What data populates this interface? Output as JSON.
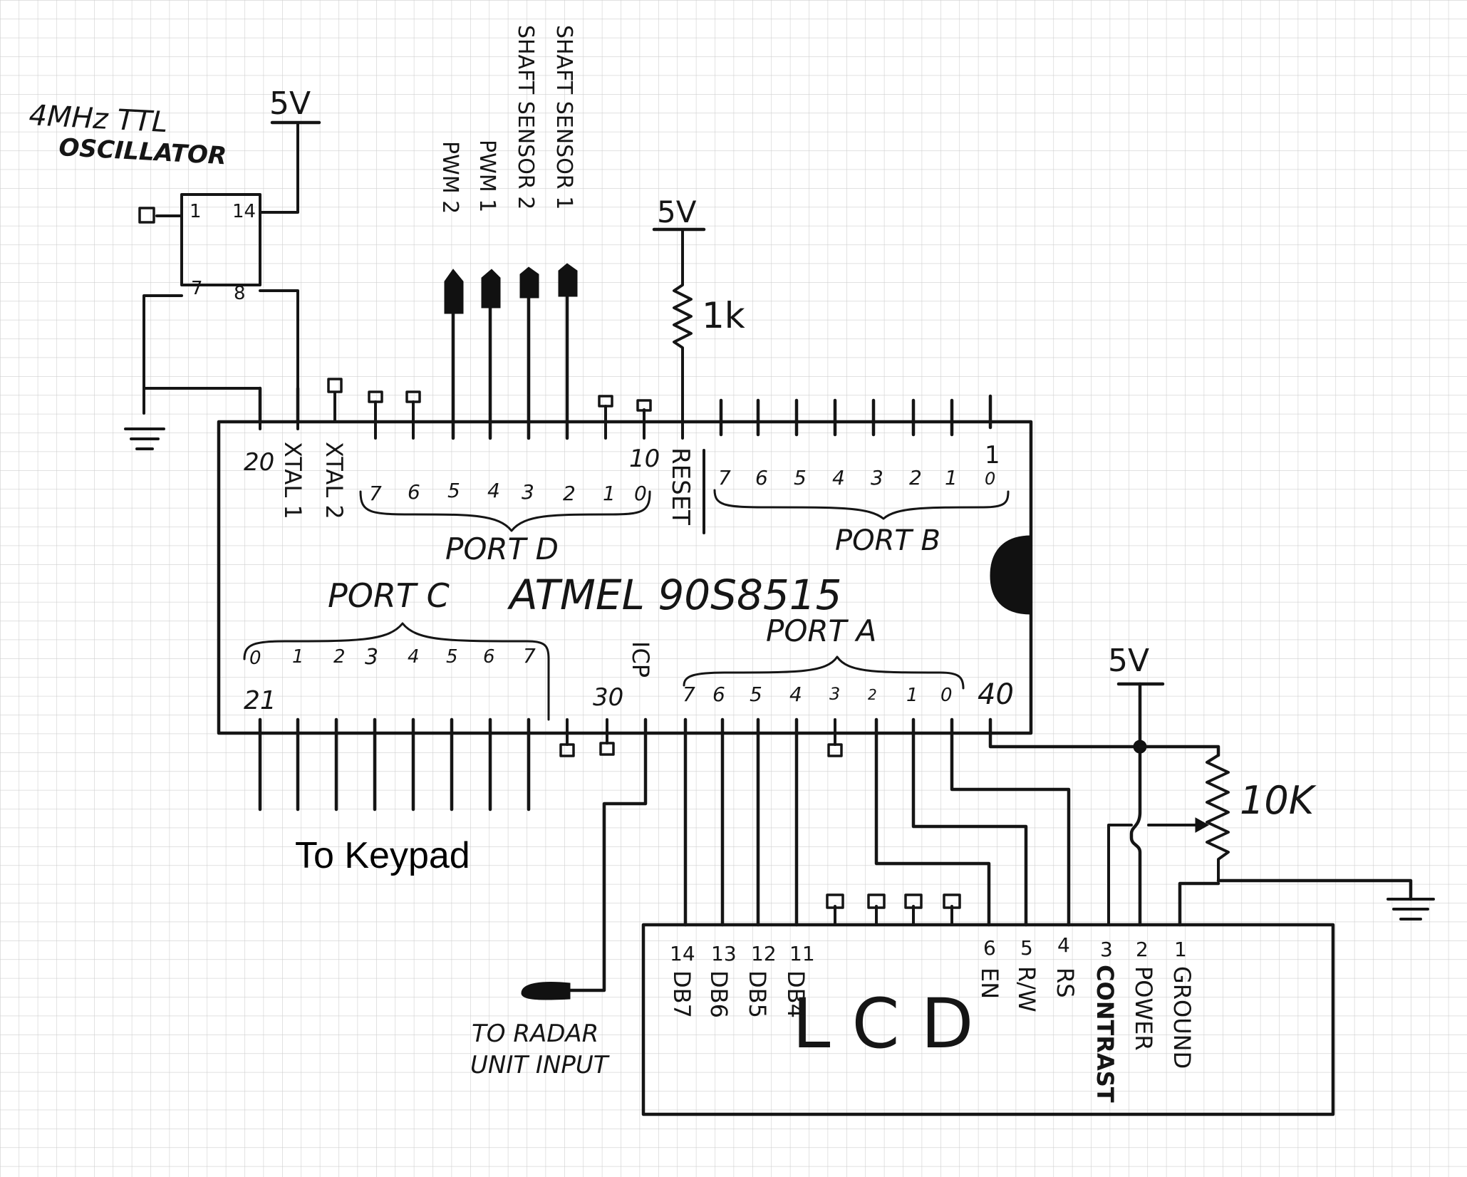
{
  "oscillator": {
    "title_line1": "4MHz TTL",
    "title_line2": "OSCILLATOR",
    "pins": [
      "1",
      "14",
      "7",
      "8"
    ]
  },
  "supply_label": "5V",
  "resistor_reset": "1k",
  "pot_value": "10K",
  "mcu": {
    "name": "ATMEL 90S8515",
    "pin_20": "20",
    "pin_10": "10",
    "pin_1": "1",
    "pin_21": "21",
    "pin_30": "30",
    "pin_40": "40",
    "xtal1": "XTAL 1",
    "xtal2": "XTAL 2",
    "reset": "RESET",
    "icp": "ICP",
    "port_d": "PORT D",
    "port_b": "PORT B",
    "port_c": "PORT C",
    "port_a": "PORT A",
    "port_d_bits": [
      "7",
      "6",
      "5",
      "4",
      "3",
      "2",
      "1",
      "0"
    ],
    "port_b_bits": [
      "7",
      "6",
      "5",
      "4",
      "3",
      "2",
      "1",
      "0"
    ],
    "port_c_bits": [
      "0",
      "1",
      "2",
      "3",
      "4",
      "5",
      "6",
      "7"
    ],
    "port_a_bits": [
      "7",
      "6",
      "5",
      "4",
      "3",
      "2",
      "1",
      "0"
    ]
  },
  "signals": {
    "pwm2": "PWM 2",
    "pwm1": "PWM 1",
    "shaft2": "SHAFT SENSOR 2",
    "shaft1": "SHAFT SENSOR 1"
  },
  "keypad_label": "To  Keypad",
  "radar_line1": "TO RADAR",
  "radar_line2": "UNIT INPUT",
  "lcd": {
    "name": "LCD",
    "pins": [
      {
        "num": "14",
        "label": "DB7"
      },
      {
        "num": "13",
        "label": "DB6"
      },
      {
        "num": "12",
        "label": "DB5"
      },
      {
        "num": "11",
        "label": "DB4"
      },
      {
        "num": "6",
        "label": "EN"
      },
      {
        "num": "5",
        "label": "R/W"
      },
      {
        "num": "4",
        "label": "RS"
      },
      {
        "num": "3",
        "label": "CONTRAST"
      },
      {
        "num": "2",
        "label": "POWER"
      },
      {
        "num": "1",
        "label": "GROUND"
      }
    ]
  }
}
